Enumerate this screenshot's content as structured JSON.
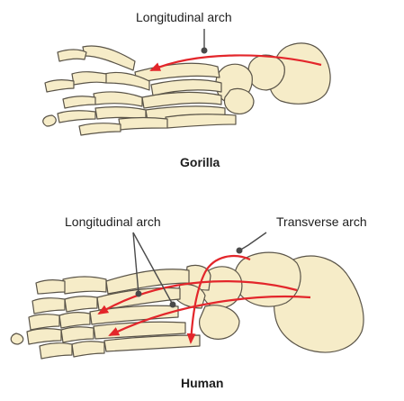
{
  "labels": {
    "gorilla_arch": "Longitudinal arch",
    "gorilla_caption": "Gorilla",
    "human_long_arch": "Longitudinal arch",
    "human_transverse_arch": "Transverse arch",
    "human_caption": "Human"
  },
  "colors": {
    "bone_fill": "#f6ecc8",
    "bone_stroke": "#5a5448",
    "arch_arrow": "#e3262b",
    "leader_line": "#4a4a4a",
    "text": "#1d1d1d"
  }
}
